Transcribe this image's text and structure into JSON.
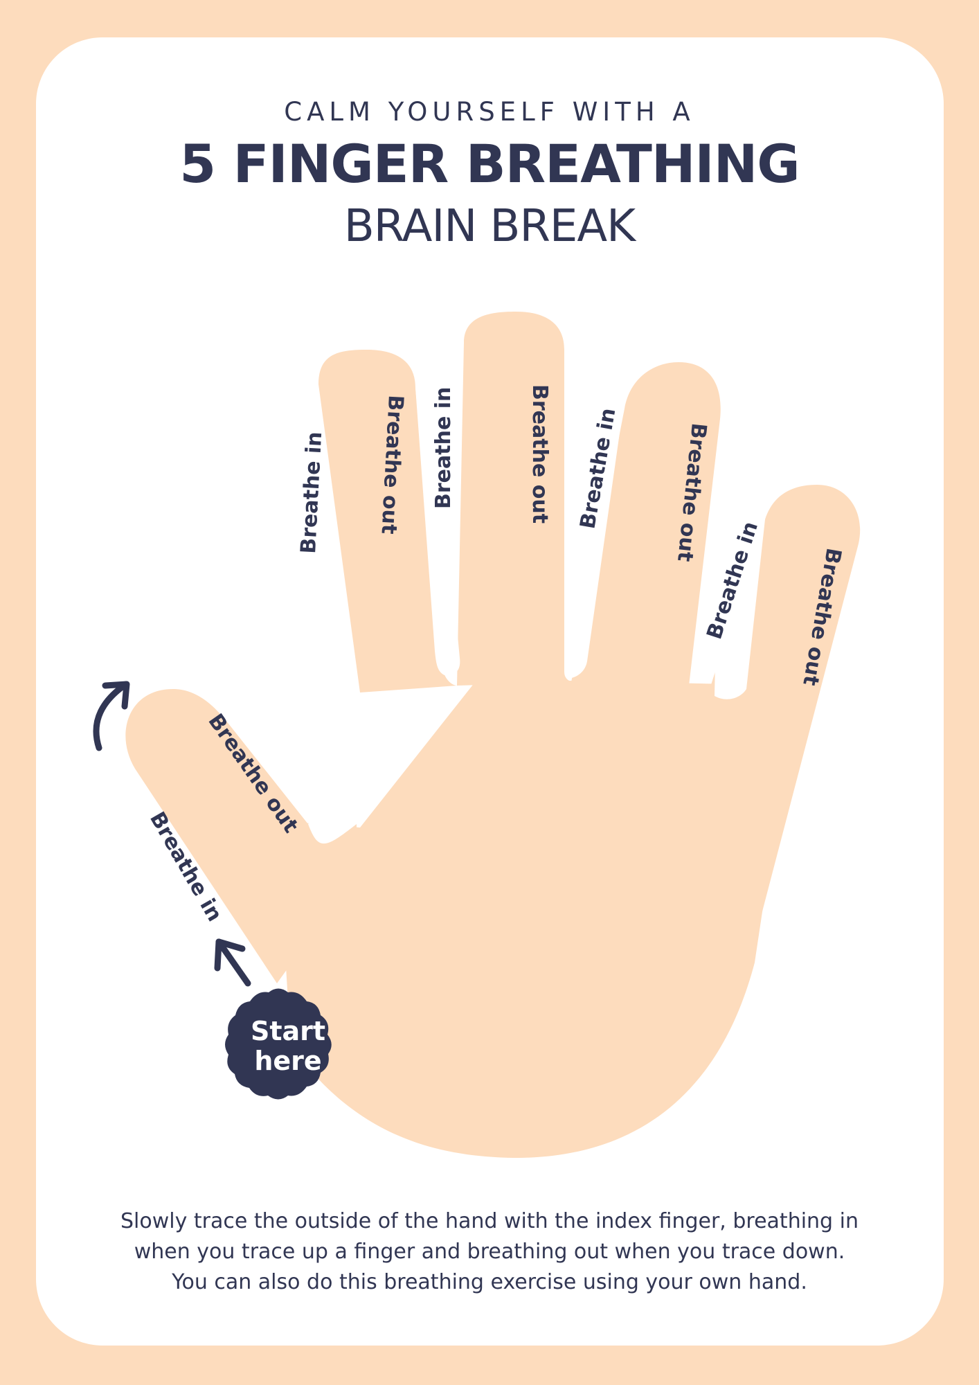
{
  "header": {
    "kicker": "CALM YOURSELF WITH A",
    "title": "5 FINGER BREATHING",
    "subtitle": "BRAIN BREAK"
  },
  "labels": {
    "thumb_in": "Breathe in",
    "thumb_out": "Breathe out",
    "index_in": "Breathe in",
    "index_out": "Breathe out",
    "middle_in": "Breathe in",
    "middle_out": "Breathe out",
    "ring_in": "Breathe in",
    "ring_out": "Breathe out",
    "pinky_in": "Breathe in",
    "pinky_out": "Breathe out"
  },
  "badge": {
    "line1": "Start",
    "line2": "here"
  },
  "instructions": {
    "line1": "Slowly trace the outside of the hand with the index finger, breathing in",
    "line2": "when you trace up a finger and breathing out when you trace down.",
    "line3": "You can also do this breathing exercise using your own hand."
  },
  "colors": {
    "page_background": "#fddcbd",
    "card": "#ffffff",
    "hand": "#fddcbd",
    "ink": "#313653"
  },
  "icons": [
    "curved-arrow-up-icon",
    "arrow-up-left-icon",
    "start-badge-scalloped"
  ]
}
